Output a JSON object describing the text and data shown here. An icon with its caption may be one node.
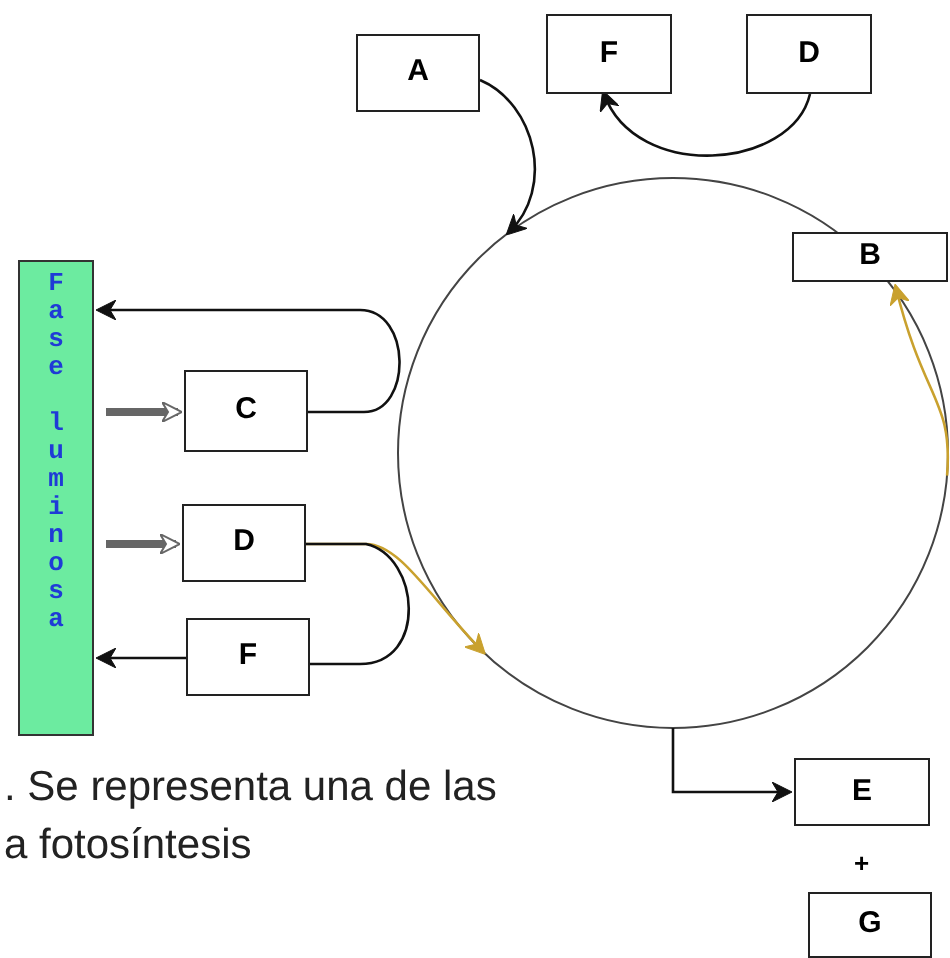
{
  "diagram": {
    "nodes": [
      {
        "text": [
          "A"
        ]
      },
      {
        "text": [
          "F"
        ]
      },
      {
        "text": [
          "D"
        ]
      },
      {
        "text": [
          "Fase luminosa"
        ]
      },
      {
        "text": [
          "C"
        ]
      },
      {
        "text": [
          "D"
        ]
      },
      {
        "text": [
          "F"
        ]
      },
      {
        "text": [
          "B"
        ]
      },
      {
        "text": [
          "E"
        ]
      },
      {
        "text": [
          "G"
        ]
      },
      {
        "text": [],
        "shape": "circle"
      }
    ],
    "edges": [
      {
        "from": 0,
        "to": 10,
        "arrow": "to"
      },
      {
        "from": 2,
        "to": 1,
        "arrow": "to"
      },
      {
        "from": 3,
        "to": 4,
        "arrow": "to",
        "style": "thick"
      },
      {
        "from": 4,
        "to": 3,
        "arrow": "to"
      },
      {
        "from": 3,
        "to": 5,
        "arrow": "to",
        "style": "thick"
      },
      {
        "from": 5,
        "to": 10,
        "arrow": "to",
        "color": "#c9a12e"
      },
      {
        "from": 5,
        "to": 6,
        "arrow": "none"
      },
      {
        "from": 6,
        "to": 3,
        "arrow": "to"
      },
      {
        "from": 10,
        "to": 7,
        "arrow": "to",
        "color": "#c9a12e"
      },
      {
        "from": 10,
        "to": 8,
        "arrow": "to"
      }
    ],
    "labels": [
      "+",
      ". Se representa una de las a fotosíntesis"
    ]
  }
}
